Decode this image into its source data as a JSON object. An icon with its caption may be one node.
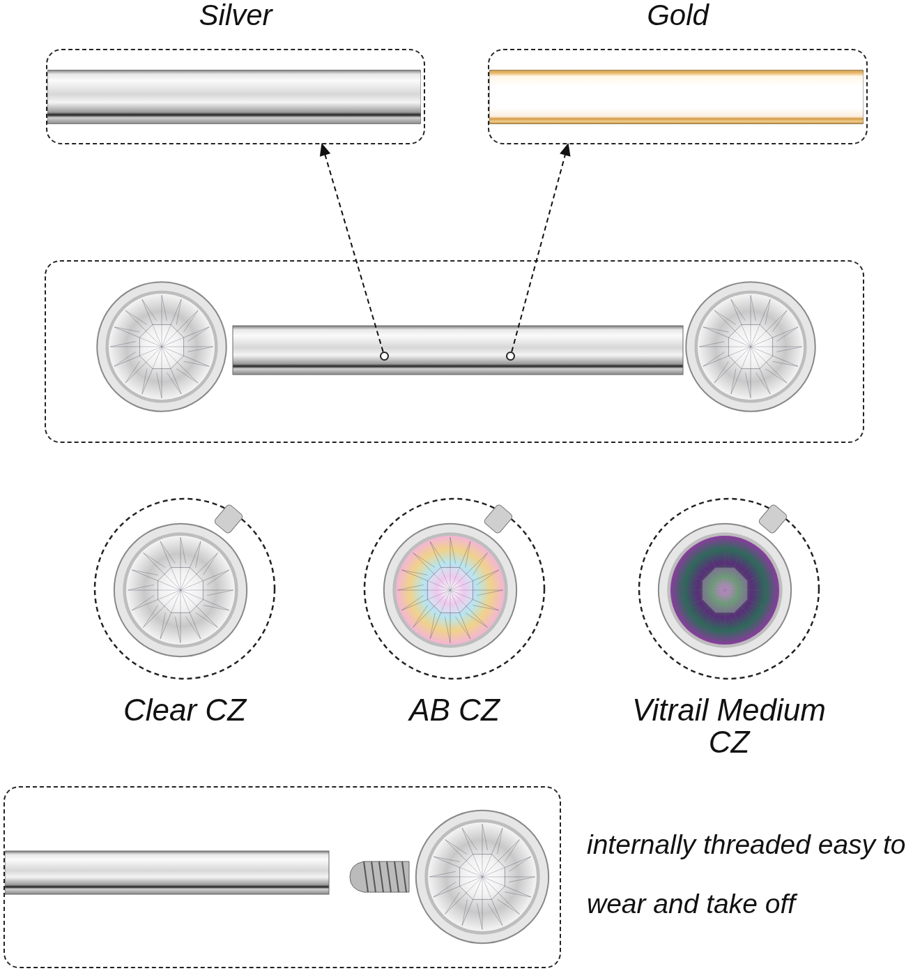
{
  "diagram": {
    "nodes": [
      {
        "text": [
          "Silver"
        ]
      },
      {
        "text": [
          "Gold"
        ]
      },
      {
        "text": [],
        "shape": "box"
      },
      {
        "text": [],
        "shape": "circle",
        "in": 2
      },
      {
        "text": [],
        "shape": "circle",
        "in": 2
      },
      {
        "text": [
          "Clear CZ"
        ]
      },
      {
        "text": [
          "AB CZ"
        ]
      },
      {
        "text": [
          "Vitrail Medium CZ"
        ]
      },
      {
        "text": [],
        "shape": "box"
      }
    ],
    "edges": [
      {
        "from": 3,
        "to": 0,
        "arrow": "to",
        "style": "dashed"
      },
      {
        "from": 4,
        "to": 1,
        "arrow": "to",
        "style": "dashed"
      }
    ],
    "labels": [
      "internally threaded easy to wear and take off"
    ]
  }
}
